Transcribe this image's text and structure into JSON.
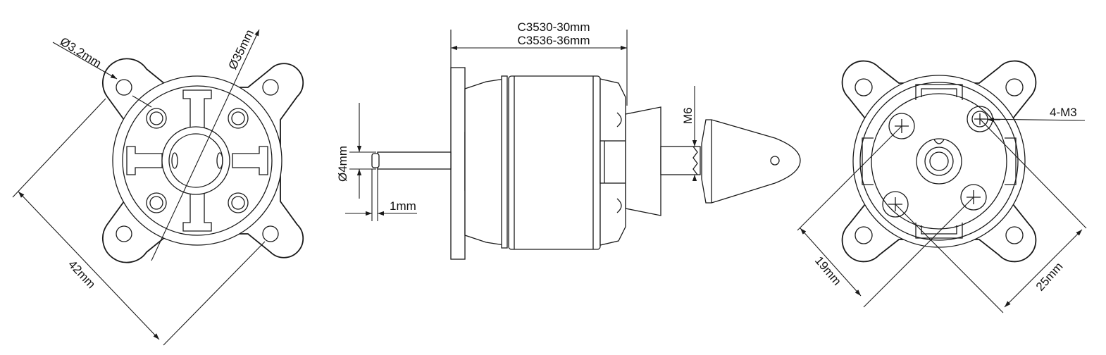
{
  "colors": {
    "line": "#1a1a1a",
    "background": "#ffffff"
  },
  "front_view": {
    "hole_diameter": "Ø3.2mm",
    "stator_diameter": "Ø35mm",
    "mount_spacing": "42mm"
  },
  "side_view": {
    "length_a": "C3530-30mm",
    "length_b": "C3536-36mm",
    "shaft_diameter": "Ø4mm",
    "shaft_step": "1mm",
    "thread": "M6"
  },
  "rear_view": {
    "screw_thread": "4-M3",
    "hole_spacing_small": "19mm",
    "hole_spacing_large": "25mm"
  }
}
